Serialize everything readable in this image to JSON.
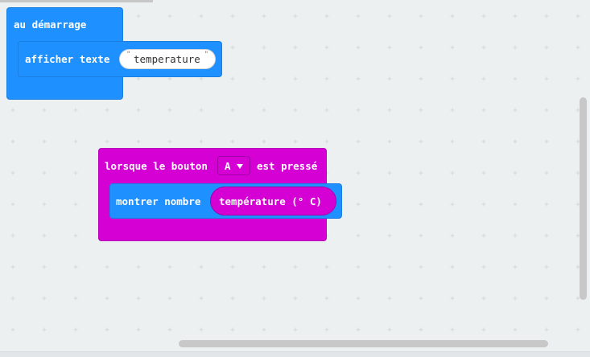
{
  "on_start": {
    "hat_label": "au démarrage",
    "statement_label": "afficher texte",
    "string_value": "temperature"
  },
  "button_event": {
    "prefix_label": "lorsque le bouton",
    "button_option": "A",
    "suffix_label": "est pressé",
    "statement_label": "montrer nombre",
    "reporter_label": "température (° C)"
  },
  "colors": {
    "basic_blue": "#1e90ff",
    "input_magenta": "#d400d4",
    "workspace_bg": "#ecf0f1",
    "grid_plus": "#d4d8da",
    "scrollbar": "#c8c8c8"
  }
}
